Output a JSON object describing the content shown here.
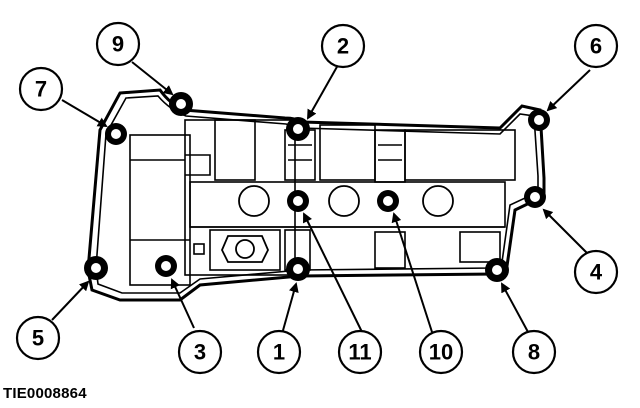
{
  "figure_id": "TIE0008864",
  "callouts": [
    {
      "label": "1"
    },
    {
      "label": "2"
    },
    {
      "label": "3"
    },
    {
      "label": "4"
    },
    {
      "label": "5"
    },
    {
      "label": "6"
    },
    {
      "label": "7"
    },
    {
      "label": "8"
    },
    {
      "label": "9"
    },
    {
      "label": "10"
    },
    {
      "label": "11"
    }
  ]
}
